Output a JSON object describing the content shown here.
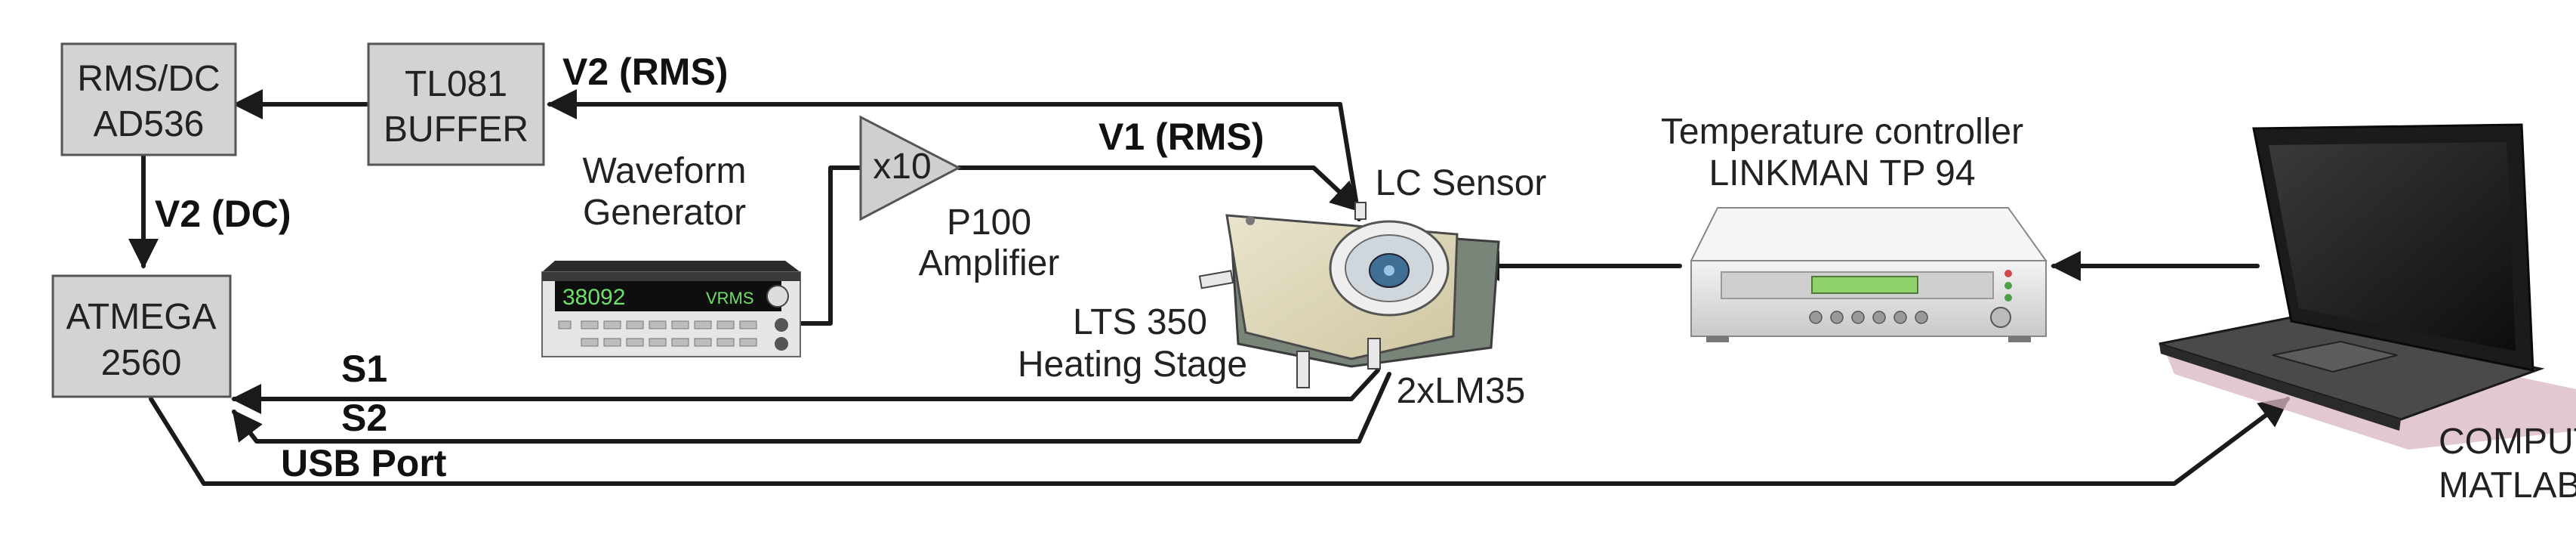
{
  "diagram": {
    "blocks": {
      "rms_dc": {
        "line1": "RMS/DC",
        "line2": "AD536"
      },
      "tl081": {
        "line1": "TL081",
        "line2": "BUFFER"
      },
      "atmega": {
        "line1": "ATMEGA",
        "line2": "2560"
      }
    },
    "amplifier": {
      "gain": "x10",
      "line1": "P100",
      "line2": "Amplifier"
    },
    "waveform_generator": {
      "line1": "Waveform",
      "line2": "Generator",
      "display": "38092",
      "unit": "VRMS"
    },
    "heating_stage": {
      "line1": "LTS 350",
      "line2": "Heating Stage"
    },
    "lc_sensor": {
      "label": "LC Sensor"
    },
    "lm35": {
      "label": "2xLM35"
    },
    "temperature_controller": {
      "line1": "Temperature controller",
      "line2": "LINKMAN TP 94"
    },
    "computer": {
      "line1": "COMPUTER",
      "line2": "MATLAB"
    },
    "signals": {
      "v2_rms": "V2 (RMS)",
      "v1_rms": "V1 (RMS)",
      "v2_dc": "V2 (DC)",
      "s1": "S1",
      "s2": "S2",
      "usb": "USB Port"
    },
    "colors": {
      "block_fill": "#d3d3d3",
      "block_stroke": "#555555",
      "stage_body": "#ddd6b8",
      "stage_base": "#6e7a6e",
      "display_green": "#8fd16a",
      "laptop_body": "#2b2b2b"
    }
  }
}
